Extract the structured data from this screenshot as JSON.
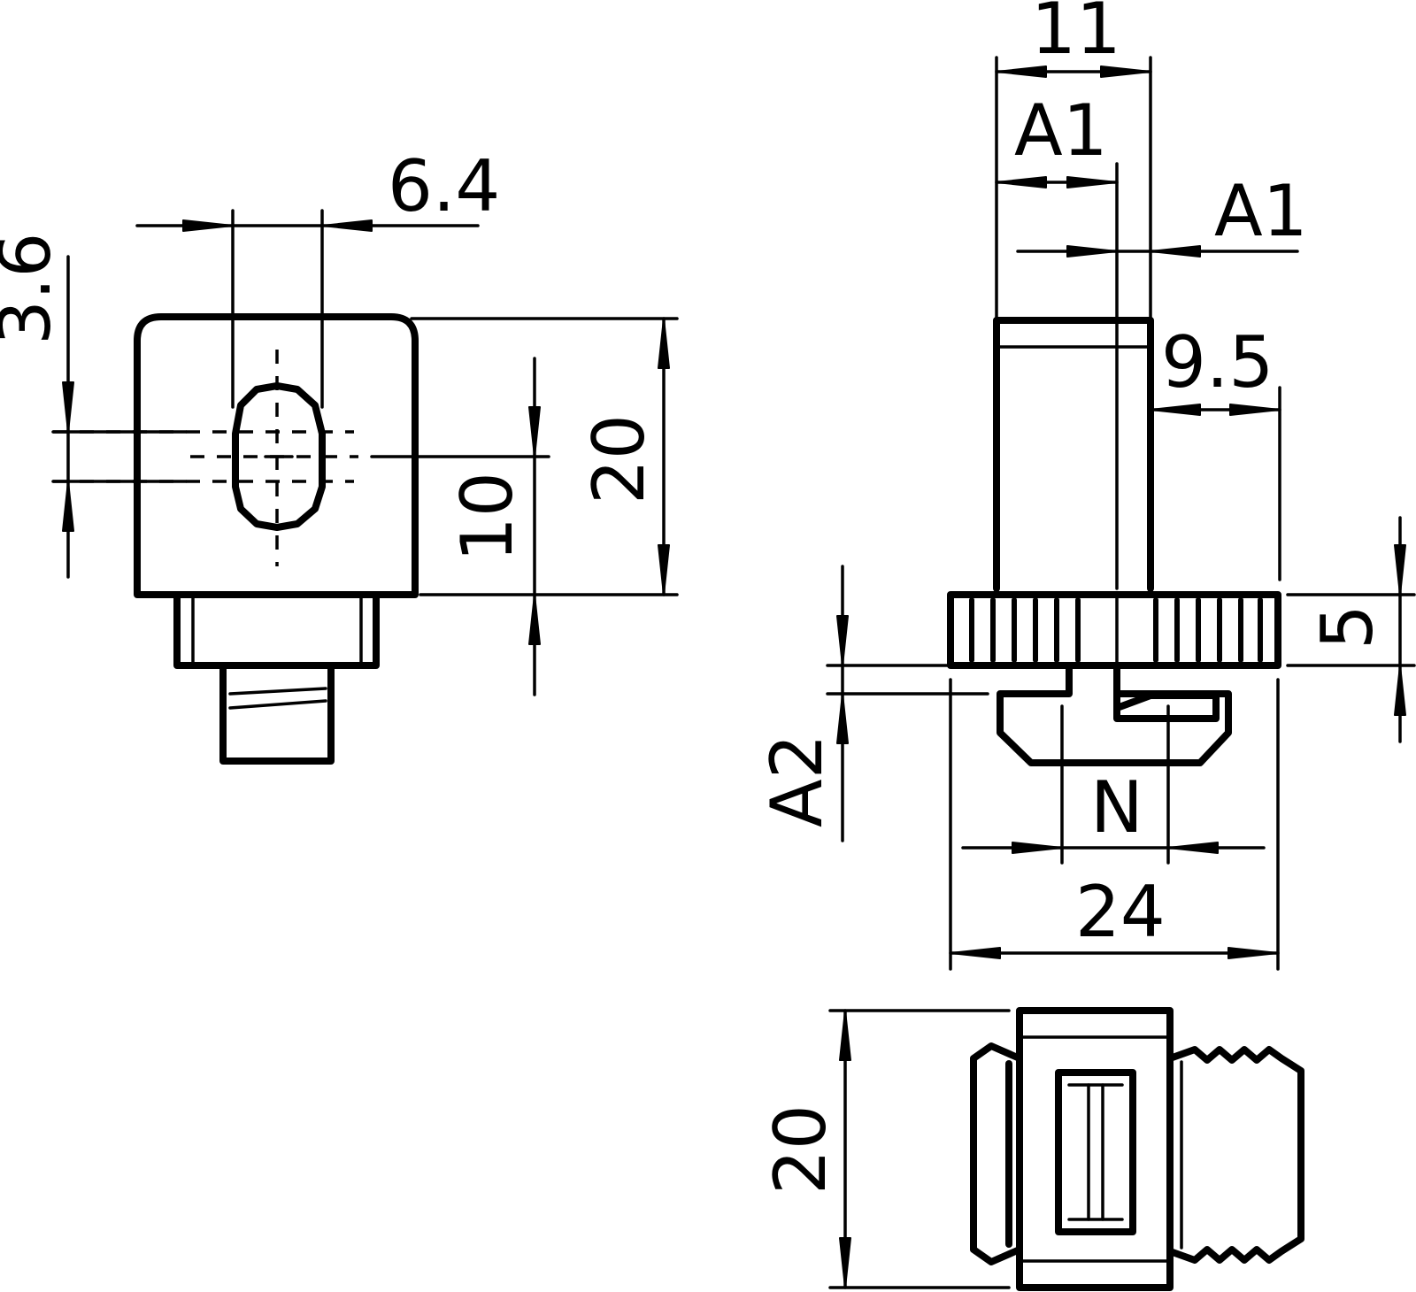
{
  "drawing": {
    "front_view": {
      "slot_width": "6.4",
      "slot_height": "3.6",
      "body_height": "20",
      "center_height": "10"
    },
    "side_view": {
      "total_width_top": "11",
      "offset_a1_left": "A1",
      "offset_a1_right": "A1",
      "shaft_offset": "9.5",
      "knurl_height": "5",
      "offset_a2": "A2",
      "slot_width_n": "N",
      "total_width": "24"
    },
    "bottom_view": {
      "height": "20"
    }
  }
}
